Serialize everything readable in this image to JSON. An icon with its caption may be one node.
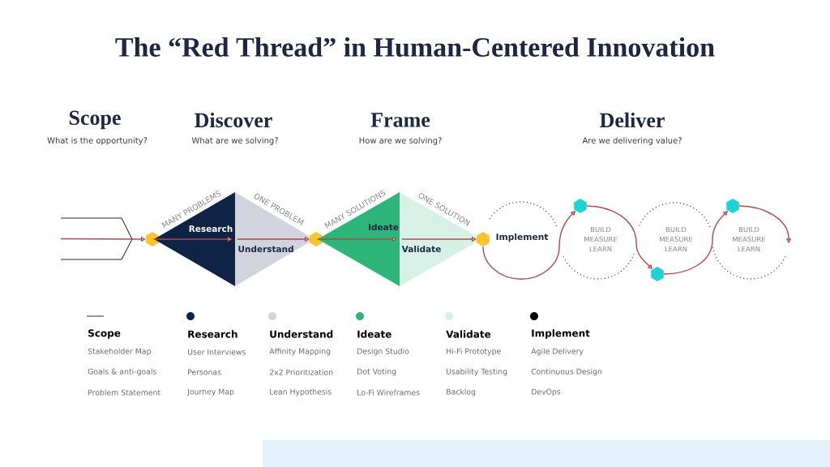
{
  "diagram": {
    "title": "The “Red Thread” in Human-Centered Innovation",
    "nodes": [
      {
        "text": [],
        "shape": "chevron"
      },
      {
        "text": [],
        "shape": "hexagon"
      },
      {
        "text": [
          "Research"
        ],
        "beside": [
          "MANY PROBLEMS"
        ]
      },
      {
        "text": [
          "Understand"
        ],
        "beside": [
          "ONE PROBLEM"
        ]
      },
      {
        "text": [],
        "shape": "hexagon"
      },
      {
        "text": [
          "Ideate"
        ],
        "beside": [
          "MANY SOLUTIONS"
        ]
      },
      {
        "text": [
          "Validate"
        ],
        "beside": [
          "ONE SOLUTION"
        ]
      },
      {
        "text": [],
        "shape": "hexagon"
      },
      {
        "text": [
          "Implement"
        ]
      },
      {
        "text": [],
        "shape": "hexagon"
      },
      {
        "text": [
          "BUILD MEASURE LEARN"
        ]
      },
      {
        "text": [],
        "shape": "hexagon"
      },
      {
        "text": [
          "BUILD MEASURE LEARN"
        ]
      },
      {
        "text": [],
        "shape": "hexagon"
      },
      {
        "text": [
          "BUILD MEASURE LEARN"
        ]
      }
    ],
    "edges": [
      {
        "from": 0,
        "to": 1,
        "arrow": "to"
      },
      {
        "from": 2,
        "to": 3,
        "arrow": "to"
      },
      {
        "from": 3,
        "to": 4,
        "arrow": "to"
      },
      {
        "from": 5,
        "to": 6,
        "arrow": "to"
      },
      {
        "from": 6,
        "to": 7,
        "arrow": "to"
      },
      {
        "from": 7,
        "to": 9,
        "arrow": "to"
      },
      {
        "from": 9,
        "to": 11,
        "arrow": "to"
      },
      {
        "from": 11,
        "to": 13,
        "arrow": "to"
      },
      {
        "from": 13,
        "to": 14,
        "arrow": "to"
      }
    ],
    "labels": [
      "Scope",
      "What is the opportunity?",
      "Discover",
      "What are we solving?",
      "Frame",
      "How are we solving?",
      "Deliver",
      "Are we delivering value?",
      "Stakeholder Map",
      "User Interviews",
      "Affinity Mapping",
      "Design Studio",
      "Hi-Fi Prototype",
      "Agile Delivery",
      "Goals & anti-goals",
      "Personas",
      "2x2 Prioritization",
      "Dot Voting",
      "Usability Testing",
      "Continuous Design",
      "Problem Statement",
      "Journey Map",
      "Lean Hypothesis",
      "Lo-Fi Wireframes",
      "Backlog",
      "DevOps"
    ],
    "legend": [
      {
        "text": "Scope"
      },
      {
        "text": "Research",
        "color": "#0f2444"
      },
      {
        "text": "Understand",
        "color": "#d1d4dc"
      },
      {
        "text": "Ideate",
        "color": "#2db57a"
      },
      {
        "text": "Validate",
        "color": "#d7f1e6"
      },
      {
        "text": "Implement",
        "color": "#000000"
      }
    ]
  }
}
